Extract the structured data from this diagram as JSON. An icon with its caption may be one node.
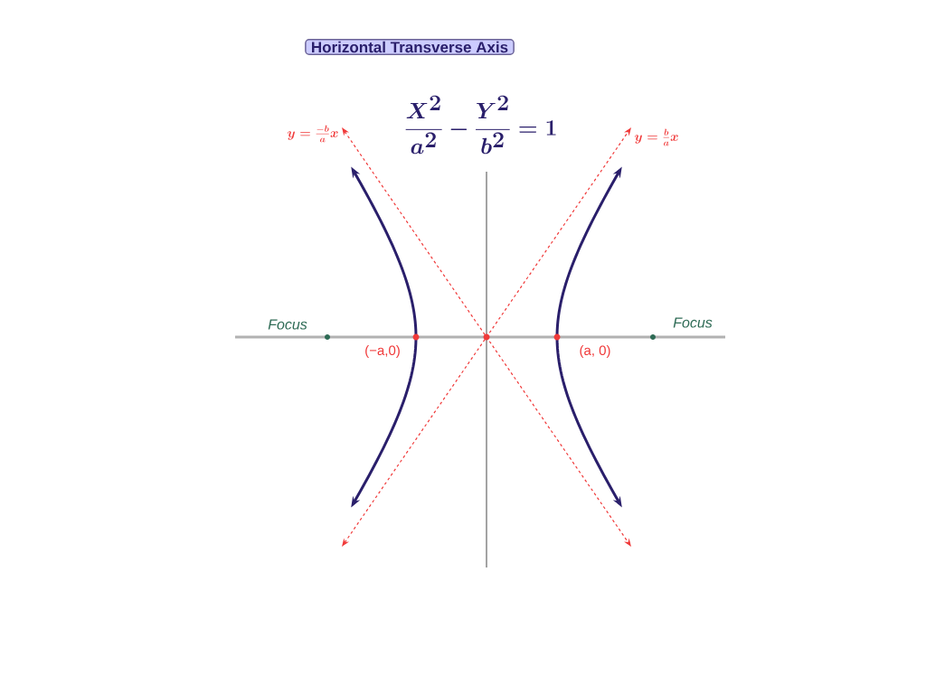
{
  "diagram": {
    "title": "Horizontal Transverse Axis",
    "labels": [
      "\\frac{X^2}{a^2}-\\frac{Y^2}{b^2}=1",
      "y=\\frac{-b}{a}x",
      "y=\\frac{b}{a}x",
      "Focus",
      "(−a,0)",
      "(a, 0)",
      "Focus"
    ]
  }
}
